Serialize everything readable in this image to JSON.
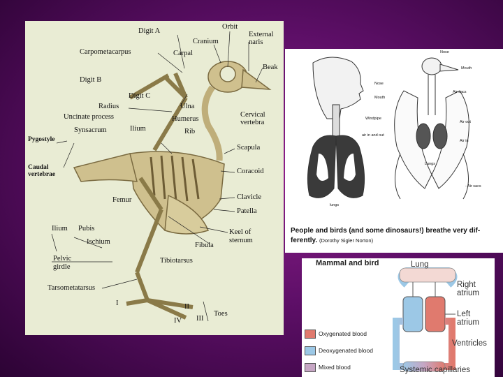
{
  "skeleton": {
    "labels": {
      "digit_a": "Digit A",
      "orbit": "Orbit",
      "cranium": "Cranium",
      "external_naris": "External\nnaris",
      "carpometacarpus": "Carpometacarpus",
      "carpal": "Carpal",
      "beak": "Beak",
      "digit_b": "Digit B",
      "digit_c": "Digit C",
      "radius": "Radius",
      "ulna": "Ulna",
      "uncinate_process": "Uncinate process",
      "humerus": "Humerus",
      "cervical_vertebra": "Cervical\nvertebra",
      "synsacrum": "Synsacrum",
      "ilium_top": "Ilium",
      "rib": "Rib",
      "pygostyle": "Pygostyle",
      "scapula": "Scapula",
      "caudal_vertebrae": "Caudal\nvertebrae",
      "coracoid": "Coracoid",
      "femur": "Femur",
      "clavicle": "Clavicle",
      "patella": "Patella",
      "ilium_low": "Ilium",
      "pubis": "Pubis",
      "keel": "Keel of\nsternum",
      "ischium": "Ischium",
      "fibula": "Fibula",
      "pelvic_girdle": "Pelvic\ngirdle",
      "tibiotarsus": "Tibiotarsus",
      "tarsometatarsus": "Tarsometatarsus",
      "toe_i": "I",
      "toe_ii": "II",
      "toes": "Toes",
      "toe_iv": "IV",
      "toe_iii": "III"
    }
  },
  "breathing": {
    "human_labels": {
      "nose": "Nose",
      "mouth": "Mouth",
      "windpipe": "Windpipe",
      "air_in_out": "air in and out",
      "lungs": "lungs"
    },
    "bird_labels": {
      "nose": "Nose",
      "mouth": "Mouth",
      "air_sacs": "Air sacs",
      "air_out": "Air out",
      "air_in": "Air in",
      "lungs": "Lungs",
      "air_sacs_low": "- Air sacs"
    },
    "caption": "People and birds (and some dinosaurs!) breathe very dif-ferently.",
    "credit": "(Dorothy Sigler Norton)"
  },
  "circulation": {
    "title": "Mammal and bird",
    "lung": "Lung",
    "right_atrium": "Right\natrium",
    "left_atrium": "Left\natrium",
    "ventricles": "Ventricles",
    "systemic": "Systemic capillaries",
    "legend": [
      {
        "label": "Oxygenated blood",
        "color": "#e07a6e"
      },
      {
        "label": "Deoxygenated blood",
        "color": "#9cc8e6"
      },
      {
        "label": "Mixed blood",
        "color": "#c6a6c4"
      }
    ]
  }
}
